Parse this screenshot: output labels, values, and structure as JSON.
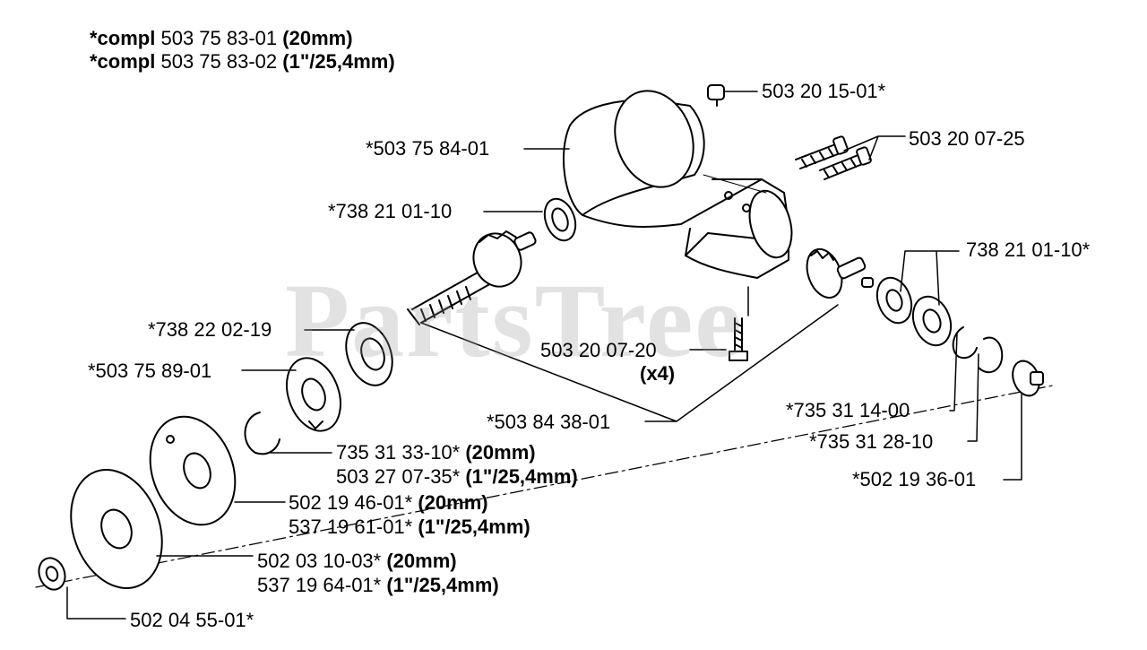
{
  "watermark": "PartsTree",
  "header": {
    "line1_bold": "*compl",
    "line1_part": "503 75 83-01",
    "line1_size": "(20mm)",
    "line2_bold": "*compl",
    "line2_part": "503 75 83-02",
    "line2_size": "(1\"/25,4mm)"
  },
  "labels": {
    "p1": "503 20 15-01*",
    "p2": "*503 75 84-01",
    "p3": "503 20 07-25",
    "p4": "*738 21 01-10",
    "p5": "738 21 01-10*",
    "p6": "*738 22 02-19",
    "p7a": "503 20 07-20",
    "p7b": "(x4)",
    "p8": "*503 75 89-01",
    "p9": "*735 31 14-00",
    "p10": "*503 84 38-01",
    "p11": "*735 31 28-10",
    "p12": "*502 19 36-01",
    "p13a": "735 31 33-10*",
    "p13a_size": "(20mm)",
    "p13b": "503 27 07-35*",
    "p13b_size": "(1\"/25,4mm)",
    "p14a": "502 19 46-01*",
    "p14a_size": "(20mm)",
    "p14b": "537 19 61-01*",
    "p14b_size": "(1\"/25,4mm)",
    "p15a": "502 03 10-03*",
    "p15a_size": "(20mm)",
    "p15b": "537 19 64-01*",
    "p15b_size": "(1\"/25,4mm)",
    "p16": "502 04 55-01*"
  }
}
